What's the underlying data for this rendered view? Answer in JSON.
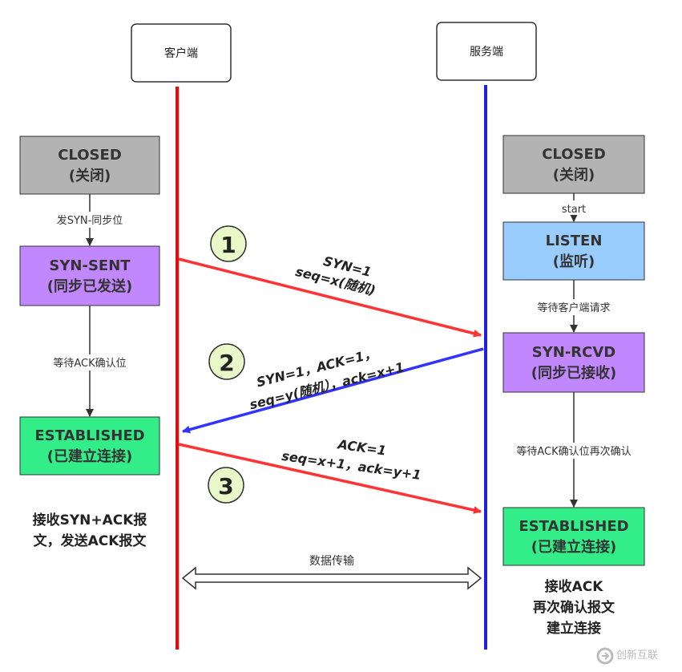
{
  "client": {
    "label": "客户端",
    "closed": [
      "CLOSED",
      "(关闭)"
    ],
    "send_syn": "发SYN-同步位",
    "syn_sent": [
      "SYN-SENT",
      "(同步已发送)"
    ],
    "wait_ack": "等待ACK确认位",
    "established": [
      "ESTABLISHED",
      "(已建立连接)"
    ],
    "note": [
      "接收SYN+ACK报",
      "文，发送ACK报文"
    ]
  },
  "server": {
    "label": "服务端",
    "closed": [
      "CLOSED",
      "(关闭)"
    ],
    "start": "start",
    "listen": [
      "LISTEN",
      "(监听)"
    ],
    "wait_client": "等待客户端请求",
    "syn_rcvd": [
      "SYN-RCVD",
      "(同步已接收)"
    ],
    "wait_ack_again": "等待ACK确认位再次确认",
    "established": [
      "ESTABLISHED",
      "(已建立连接)"
    ],
    "note": [
      "接收ACK",
      "再次确认报文",
      "建立连接"
    ]
  },
  "steps": [
    {
      "num": "1",
      "lines": [
        "SYN=1",
        "seq=x(随机)"
      ]
    },
    {
      "num": "2",
      "lines": [
        "SYN=1，ACK=1，",
        "seq=y(随机），ack=x+1"
      ]
    },
    {
      "num": "3",
      "lines": [
        "ACK=1",
        "seq=x+1，ack=y+1"
      ]
    }
  ],
  "transfer": "数据传输",
  "watermark": "创新互联",
  "colors": {
    "client_line": "#ff0000",
    "server_line": "#2020e0",
    "closed_box": "#b3b3b3",
    "syn_box": "#c187ff",
    "listen_box": "#99ccff",
    "established_box": "#33ee88",
    "step_circle": "#e8f8c8",
    "arrow_red": "#ff3333",
    "arrow_blue": "#3333ff"
  }
}
